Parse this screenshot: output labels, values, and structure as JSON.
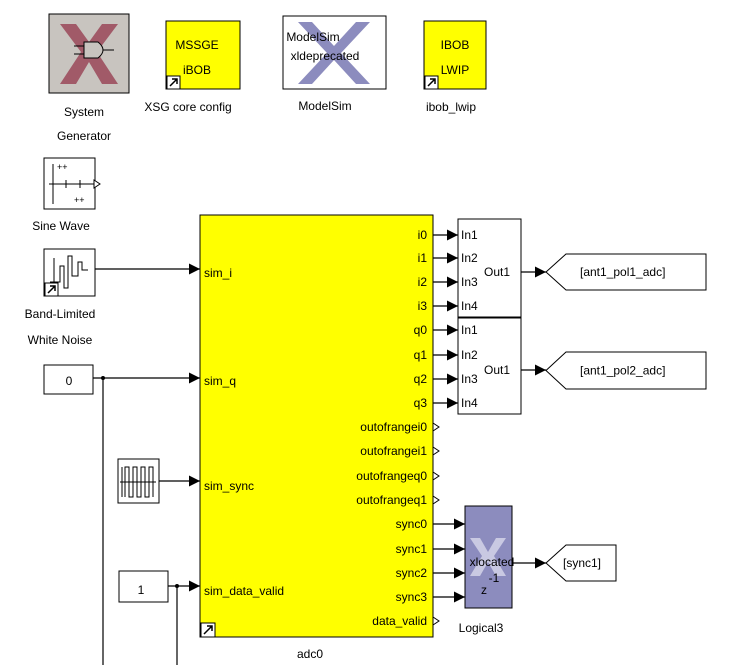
{
  "colors": {
    "yellow": "#ffff00",
    "xilinx_grey": "#c8c4bf",
    "xilinx_purple": "#8c8cbe",
    "xilinx_red": "#a15a68"
  },
  "top_blocks": {
    "system_generator": {
      "label_line1": "System",
      "label_line2": "Generator",
      "icon": "xilinx-logo-icon"
    },
    "xsg_core_config": {
      "text_line1": "MSSGE",
      "text_line2": "iBOB",
      "label": "XSG core config"
    },
    "modelsim": {
      "text_line1": "ModelSim",
      "text_line2": "xldeprecated",
      "label": "ModelSim"
    },
    "ibob_lwip": {
      "text_line1": "IBOB",
      "text_line2": "LWIP",
      "label": "ibob_lwip"
    }
  },
  "sources": {
    "sine_wave": {
      "label": "Sine Wave",
      "icon": "sine-wave-scope-icon"
    },
    "band_limited_noise": {
      "label_line1": "Band-Limited",
      "label_line2": "White Noise",
      "icon": "noise-signal-icon"
    },
    "const_0": {
      "value": "0"
    },
    "pulse": {
      "icon": "pulse-generator-icon"
    },
    "const_1": {
      "value": "1"
    }
  },
  "adc_block": {
    "name": "adc0",
    "inputs": [
      "sim_i",
      "sim_q",
      "sim_sync",
      "sim_data_valid"
    ],
    "outputs": [
      "i0",
      "i1",
      "i2",
      "i3",
      "q0",
      "q1",
      "q2",
      "q3",
      "outofrangei0",
      "outofrangei1",
      "outofrangeq0",
      "outofrangeq1",
      "sync0",
      "sync1",
      "sync2",
      "sync3",
      "data_valid"
    ]
  },
  "mux_blocks": [
    {
      "inputs": [
        "In1",
        "In2",
        "In3",
        "In4"
      ],
      "output": "Out1"
    },
    {
      "inputs": [
        "In1",
        "In2",
        "In3",
        "In4"
      ],
      "output": "Out1"
    }
  ],
  "goto_tags": [
    "[ant1_pol1_adc]",
    "[ant1_pol2_adc]",
    "[sync1]"
  ],
  "logical_block": {
    "label": "Logical3",
    "text_line1": "xlocated",
    "text_line2": "-1",
    "text_line3": "z",
    "icon": "xilinx-logo-icon"
  }
}
